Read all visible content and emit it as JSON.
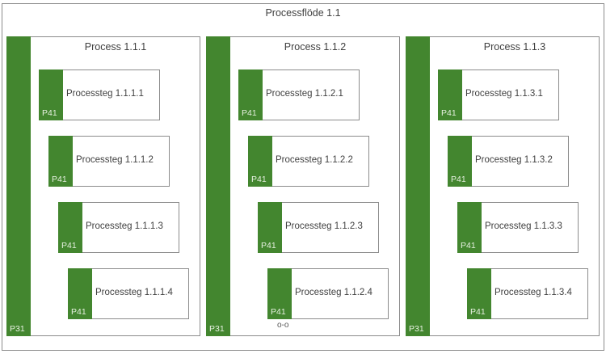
{
  "title": "Processflöde 1.1",
  "colors": {
    "accent": "#43862f",
    "border": "#8c8c8c"
  },
  "processes": [
    {
      "title": "Process 1.1.1",
      "bar": "P31",
      "steps": [
        {
          "label": "Processteg 1.1.1.1",
          "tag": "P41"
        },
        {
          "label": "Processteg 1.1.1.2",
          "tag": "P41"
        },
        {
          "label": "Processteg 1.1.1.3",
          "tag": "P41"
        },
        {
          "label": "Processteg 1.1.1.4",
          "tag": "P41"
        }
      ]
    },
    {
      "title": "Process 1.1.2",
      "bar": "P31",
      "steps": [
        {
          "label": "Processteg 1.1.2.1",
          "tag": "P41"
        },
        {
          "label": "Processteg 1.1.2.2",
          "tag": "P41"
        },
        {
          "label": "Processteg 1.1.2.3",
          "tag": "P41"
        },
        {
          "label": "Processteg 1.1.2.4",
          "tag": "P41"
        }
      ],
      "link_icon": "link-icon"
    },
    {
      "title": "Process 1.1.3",
      "bar": "P31",
      "steps": [
        {
          "label": "Processteg 1.1.3.1",
          "tag": "P41"
        },
        {
          "label": "Processteg 1.1.3.2",
          "tag": "P41"
        },
        {
          "label": "Processteg 1.1.3.3",
          "tag": "P41"
        },
        {
          "label": "Processteg 1.1.3.4",
          "tag": "P41"
        }
      ]
    }
  ]
}
